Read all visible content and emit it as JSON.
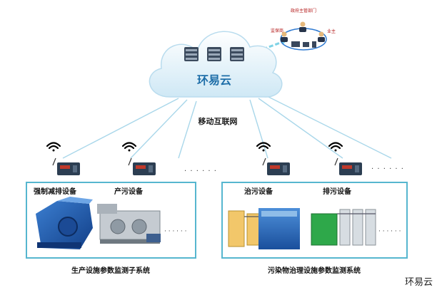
{
  "cloud": {
    "label": "环易云",
    "server_count": 3
  },
  "network": {
    "label": "移动互联网"
  },
  "users": {
    "top": "政府主管部门",
    "left": "监保商",
    "right": "业主"
  },
  "ellipsis": "· · · · · ·",
  "subsystems": [
    {
      "title": "生产设施参数监测子系统",
      "devices": [
        {
          "label": "强制减排设备"
        },
        {
          "label": "产污设备"
        }
      ]
    },
    {
      "title": "污染物治理设施参数监测系统",
      "devices": [
        {
          "label": "治污设备"
        },
        {
          "label": "排污设备"
        }
      ]
    }
  ],
  "watermark": "环易云",
  "colors": {
    "frame": "#56b6cf",
    "cloud_text": "#1e6ea8",
    "cloud_fill": "#e6f4fb",
    "link_line": "#a9d7ea",
    "terminal": "#2c3e52"
  }
}
